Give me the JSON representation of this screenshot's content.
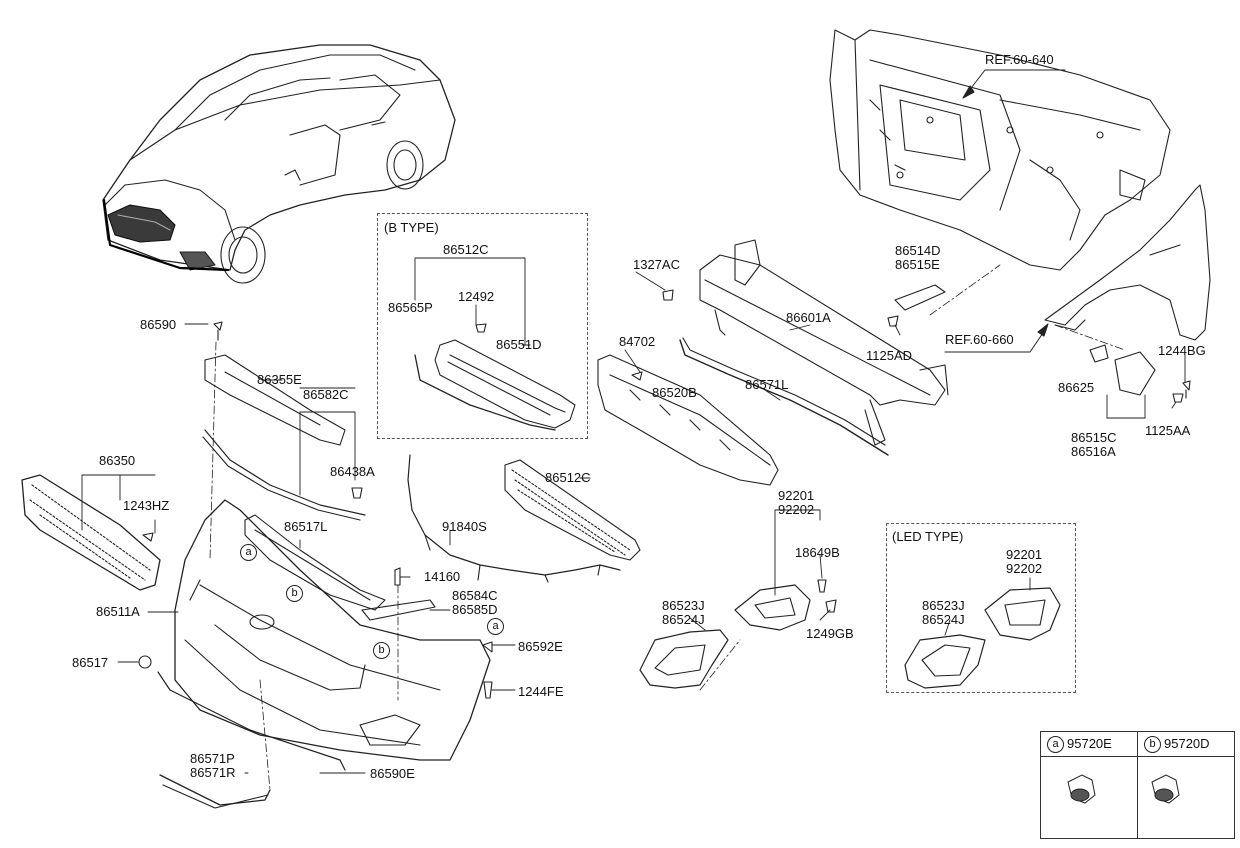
{
  "diagram": {
    "groups": {
      "b_type": "(B TYPE)",
      "led_type": "(LED TYPE)"
    },
    "refs": {
      "ref1": "REF.60-640",
      "ref2": "REF.60-660"
    },
    "callouts": {
      "a": "a",
      "b": "b"
    },
    "parts": {
      "p86590": "86590",
      "p86355E": "86355E",
      "p86582C": "86582C",
      "p86438A": "86438A",
      "p86350": "86350",
      "p1243HZ": "1243HZ",
      "p86517L": "86517L",
      "p14160": "14160",
      "p86511A": "86511A",
      "p86584C": "86584C",
      "p86585D": "86585D",
      "p86517": "86517",
      "p86592E": "86592E",
      "p1244FE": "1244FE",
      "p86571P": "86571P",
      "p86571R": "86571R",
      "p86590E": "86590E",
      "p86512C_b": "86512C",
      "p86565P": "86565P",
      "p12492": "12492",
      "p86551D": "86551D",
      "p91840S": "91840S",
      "p86512C": "86512C",
      "p1327AC": "1327AC",
      "p84702": "84702",
      "p86520B": "86520B",
      "p86601A": "86601A",
      "p86571L": "86571L",
      "p86514D": "86514D",
      "p86515E": "86515E",
      "p1125AD": "1125AD",
      "p1244BG": "1244BG",
      "p86625": "86625",
      "p86515C": "86515C",
      "p86516A": "86516A",
      "p1125AA": "1125AA",
      "p92201": "92201",
      "p92202": "92202",
      "p18649B": "18649B",
      "p86523J": "86523J",
      "p86524J": "86524J",
      "p1249GB": "1249GB",
      "p92201_led": "92201",
      "p92202_led": "92202",
      "p86523J_led": "86523J",
      "p86524J_led": "86524J"
    },
    "legend": [
      {
        "mark": "a",
        "code": "95720E"
      },
      {
        "mark": "b",
        "code": "95720D"
      }
    ]
  }
}
